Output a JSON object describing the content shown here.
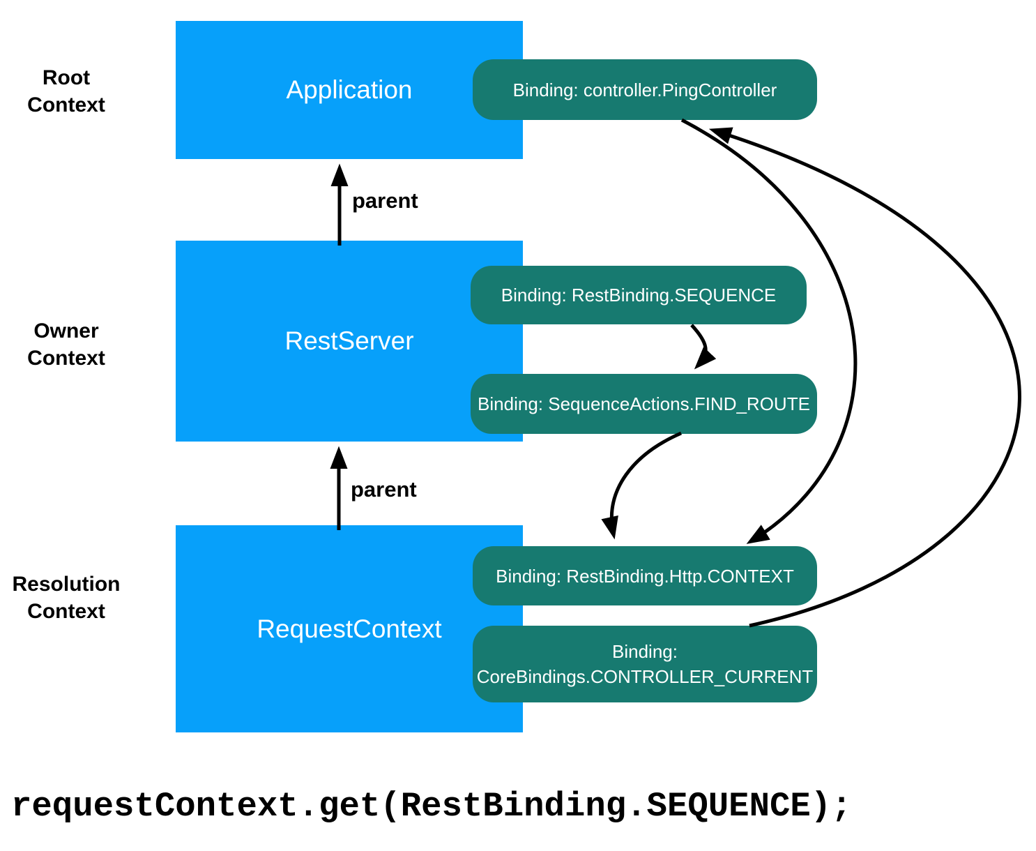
{
  "colors": {
    "background": "#ffffff",
    "box_blue": "#07a0fa",
    "pill_teal": "#177a70",
    "arrow_black": "#000000",
    "text_dark": "#000000",
    "text_light": "#ffffff"
  },
  "context_labels": {
    "root": "Root\nContext",
    "owner": "Owner\nContext",
    "resolution": "Resolution\nContext"
  },
  "boxes": {
    "application": "Application",
    "restserver": "RestServer",
    "requestcontext": "RequestContext"
  },
  "pills": {
    "ping_controller": "Binding: controller.PingController",
    "rest_sequence": "Binding: RestBinding.SEQUENCE",
    "find_route": "Binding: SequenceActions.FIND_ROUTE",
    "http_context": "Binding: RestBinding.Http.CONTEXT",
    "controller_current": "Binding:\nCoreBindings.CONTROLLER_CURRENT"
  },
  "edges": {
    "parent_label_top": "parent",
    "parent_label_bottom": "parent"
  },
  "code_line": "requestContext.get(RestBinding.SEQUENCE);"
}
